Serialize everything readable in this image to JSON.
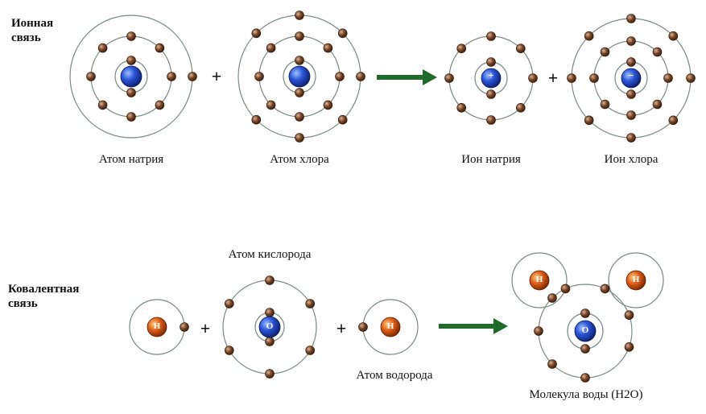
{
  "ionic": {
    "title_line1": "Ионная",
    "title_line2": "связь",
    "sodium_atom": "Атом натрия",
    "chlorine_atom": "Атом хлора",
    "sodium_ion": "Ион натрия",
    "chlorine_ion": "Ион хлора",
    "sodium_ion_sign": "+",
    "chlorine_ion_sign": "−"
  },
  "covalent": {
    "title_line1": "Ковалентная",
    "title_line2": "связь",
    "oxygen_atom": "Атом кислорода",
    "hydrogen_atom": "Атом водорода",
    "water_molecule": "Молекула воды (H2O)",
    "hydrogen_symbol": "H",
    "oxygen_symbol": "O"
  },
  "operators": {
    "plus": "+"
  },
  "colors": {
    "nucleus_blue": "#1f49c8",
    "nucleus_orange": "#d9560f",
    "electron": "#6e3f26",
    "shell": "#7a8a80",
    "arrow": "#1f6b2a"
  }
}
